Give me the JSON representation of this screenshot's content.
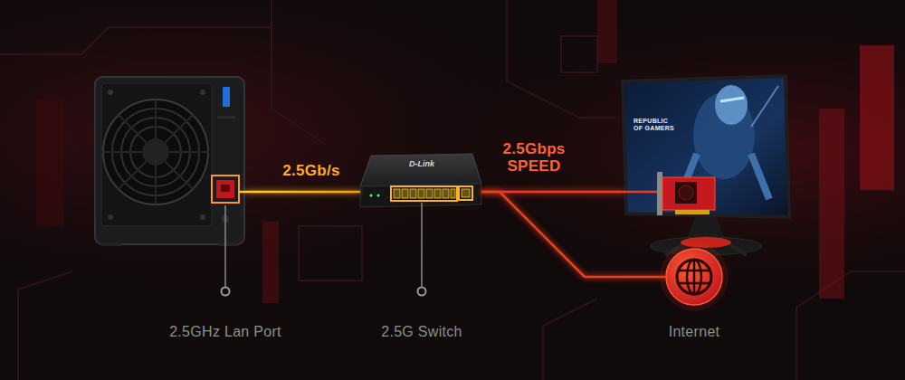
{
  "diagram": {
    "nodes": [
      {
        "text": [
          "2.5GHz Lan Port"
        ]
      },
      {
        "text": [
          "2.5G Switch"
        ]
      },
      {
        "text": [
          "REPUBLIC OF GAMERS"
        ]
      },
      {
        "text": [
          "Internet"
        ]
      }
    ],
    "edges": [
      {
        "from": 0,
        "to": 1,
        "arrow": "none",
        "label": "2.5Gb/s"
      },
      {
        "from": 1,
        "to": 2,
        "arrow": "none",
        "label": "2.5Gbps SPEED"
      },
      {
        "from": 1,
        "to": 3,
        "arrow": "none"
      }
    ],
    "labels": [
      "D-Link"
    ]
  }
}
